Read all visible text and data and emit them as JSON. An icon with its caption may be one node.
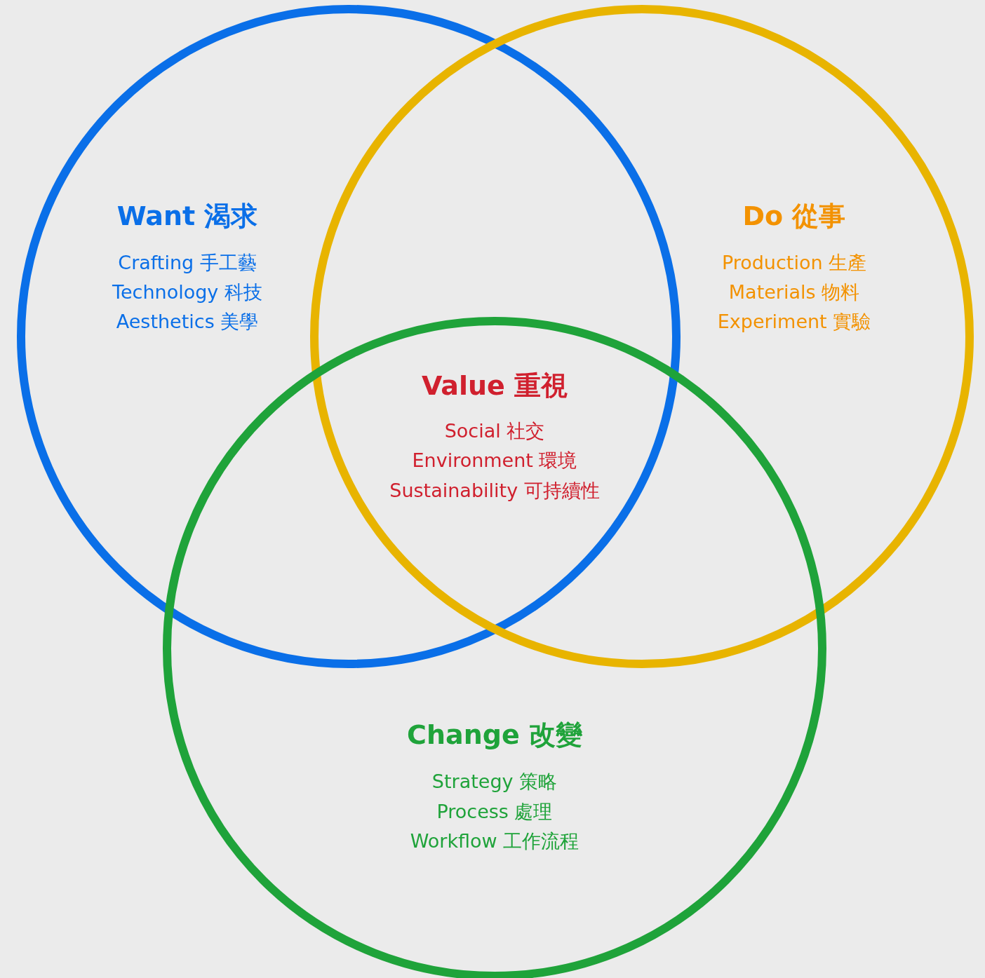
{
  "diagram": {
    "nodes": [
      {
        "text": [
          "Want 渴求",
          "Crafting 手工藝",
          "Technology 科技",
          "Aesthetics 美學"
        ]
      },
      {
        "text": [
          "Do 從事",
          "Production 生產",
          "Materials 物料",
          "Experiment 實驗"
        ]
      },
      {
        "text": [
          "Change 改變",
          "Strategy 策略",
          "Process 處理",
          "Workflow 工作流程"
        ]
      }
    ],
    "edges": [],
    "labels": [
      "Value 重視",
      "Social 社交",
      "Environment 環境",
      "Sustainability 可持續性"
    ]
  }
}
